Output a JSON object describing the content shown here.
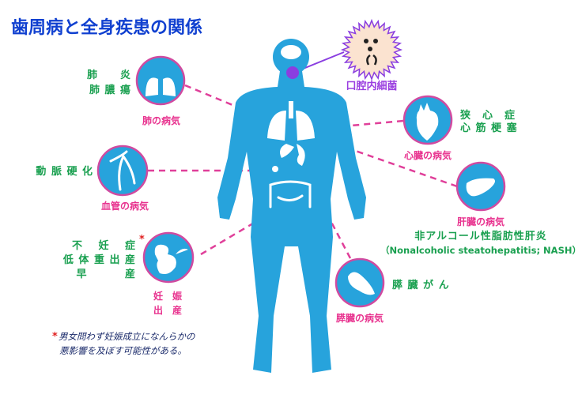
{
  "title": "歯周病と全身疾患の関係",
  "colors": {
    "body": "#27a3dc",
    "line": "#e0409a",
    "green": "#1aa050",
    "pink": "#e8338f",
    "purple": "#9a3ee0",
    "title": "#1040d0"
  },
  "oral": {
    "label": "口腔内細菌",
    "icon": "bacteria-icon"
  },
  "lung": {
    "category": "肺の病気",
    "diseases": [
      "肺　　炎",
      "肺 膿 瘍"
    ],
    "icon": "lungs-icon"
  },
  "vessel": {
    "category": "血管の病気",
    "diseases": [
      "動 脈 硬 化"
    ],
    "icon": "blood-vessel-icon"
  },
  "pregnancy": {
    "category_line1": "妊　娠",
    "category_line2": "出　産",
    "diseases": [
      "不　 妊　 症",
      "低 体 重 出 産",
      "早　　　 産"
    ],
    "asterisk": "*",
    "icon": "fetus-icon"
  },
  "heart": {
    "category": "心臓の病気",
    "diseases": [
      "狭　心　症",
      "心 筋 梗 塞"
    ],
    "icon": "heart-icon"
  },
  "liver": {
    "category": "肝臓の病気",
    "diseases": [
      "非アルコール性脂肪性肝炎",
      "（Nonalcoholic steatohepatitis; NASH）"
    ],
    "icon": "liver-icon"
  },
  "pancreas": {
    "category": "膵臓の病気",
    "diseases": [
      "膵 臓 が ん"
    ],
    "icon": "pancreas-icon"
  },
  "footnote": {
    "asterisk": "*",
    "line1": "男女問わず妊娠成立になんらかの",
    "line2": "悪影響を及ぼす可能性がある。"
  }
}
